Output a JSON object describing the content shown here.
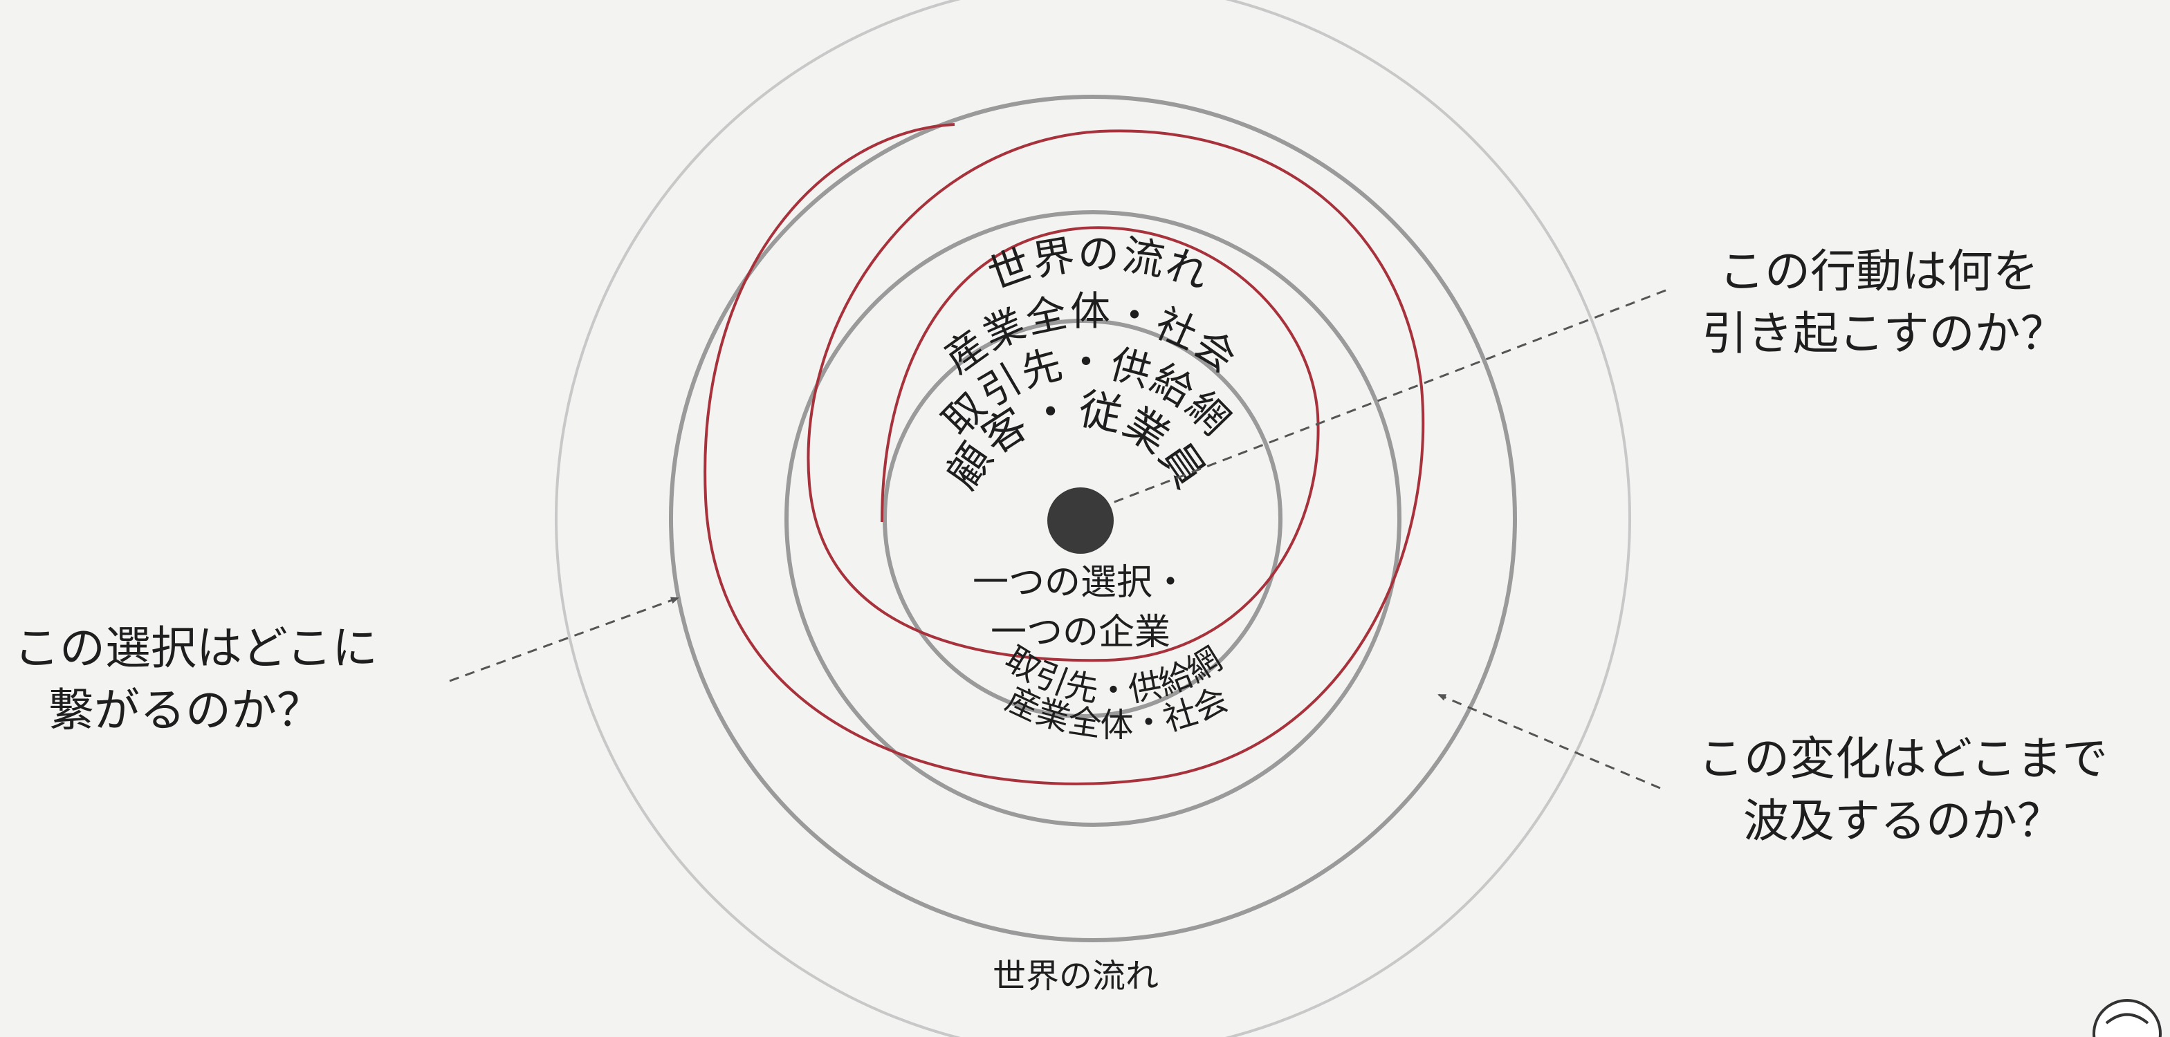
{
  "rings": {
    "world": {
      "label_top": "世界の流れ",
      "label_bottom": "世界の流れ"
    },
    "industry": {
      "label_top": "産業全体・社会",
      "label_bottom": "産業全体・社会"
    },
    "partners": {
      "label_top": "取引先・供給網",
      "label_bottom": "取引先・供給網"
    },
    "customers": {
      "label_top": "顧客・従業員"
    }
  },
  "center": {
    "line1": "一つの選択・",
    "line2": "一つの企業"
  },
  "questions": {
    "right_top": {
      "line1": "この行動は何を",
      "line2": "引き起こすのか？"
    },
    "left": {
      "line1": "この選択はどこに",
      "line2": "繋がるのか？"
    },
    "right_bottom": {
      "line1": "この変化はどこまで",
      "line2": "波及するのか？"
    }
  },
  "colors": {
    "background": "#f3f3f1",
    "outer_ring": "#c8c8c8",
    "ring": "#9a9a9a",
    "spiral": "#a8323c",
    "center_dot": "#3a3a3a",
    "text": "#1e1e1e"
  }
}
